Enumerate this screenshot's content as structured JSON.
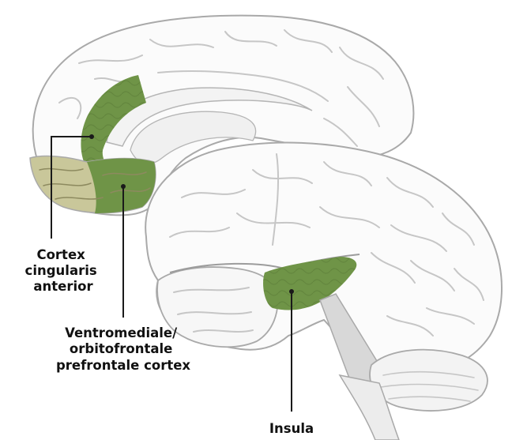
{
  "figure": {
    "regions": [
      {
        "id": "acc",
        "lines": [
          "Cortex",
          "cingularis",
          "anterior"
        ]
      },
      {
        "id": "vmpfc",
        "lines": [
          "Ventromediale/",
          "orbitofrontale",
          "prefrontale cortex"
        ]
      },
      {
        "id": "insula",
        "lines": [
          "Insula"
        ]
      }
    ]
  },
  "colors": {
    "background": "#ffffff",
    "brain_fill": "#fbfbfb",
    "brain_outline": "#a9a9a9",
    "sulcus": "#c6c6c6",
    "highlight_green": "#6f9447",
    "highlight_tan": "#c9c79a",
    "leader_line": "#1a1a1a",
    "label_text": "#111111"
  }
}
